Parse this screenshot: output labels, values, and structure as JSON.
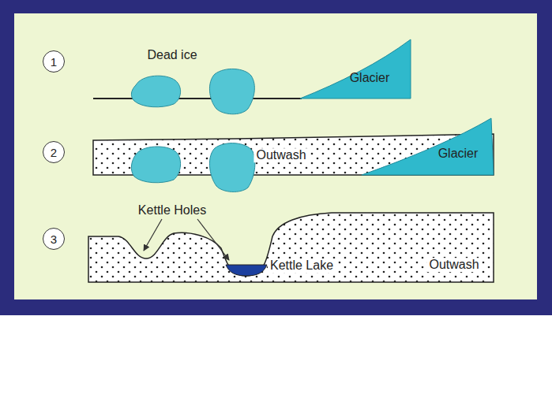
{
  "diagram": {
    "nodes": [
      {
        "text": [
          "1"
        ]
      },
      {
        "text": [
          "2"
        ]
      },
      {
        "text": [
          "3"
        ]
      }
    ],
    "labels": [
      "Dead ice",
      "Glacier",
      "Outwash",
      "Glacier",
      "Kettle Holes",
      "Kettle Lake",
      "Outwash"
    ]
  }
}
